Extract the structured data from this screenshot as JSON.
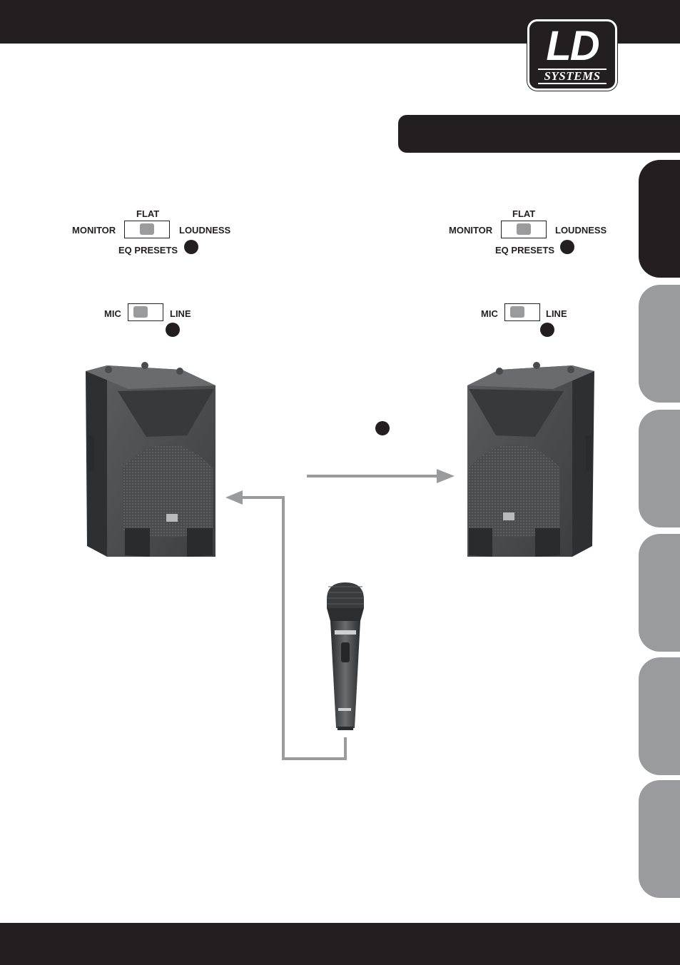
{
  "logo": {
    "brand": "LD",
    "sub": "SYSTEMS"
  },
  "left_unit": {
    "eq": {
      "top": "FLAT",
      "left": "MONITOR",
      "right": "LOUDNESS",
      "label": "EQ PRESETS"
    },
    "input": {
      "left": "MIC",
      "right": "LINE"
    }
  },
  "right_unit": {
    "eq": {
      "top": "FLAT",
      "left": "MONITOR",
      "right": "LOUDNESS",
      "label": "EQ PRESETS"
    },
    "input": {
      "left": "MIC",
      "right": "LINE"
    }
  },
  "colors": {
    "dark": "#231f20",
    "grey": "#9a9b9d",
    "speaker": "#48494b"
  },
  "side_tabs": [
    "active",
    "inactive",
    "inactive",
    "inactive",
    "inactive",
    "inactive"
  ]
}
